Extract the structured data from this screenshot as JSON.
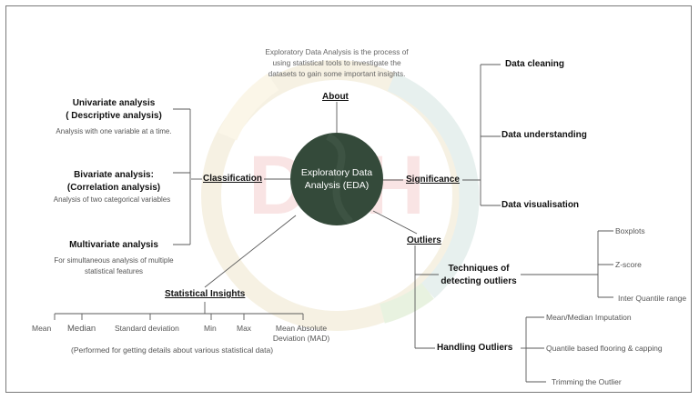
{
  "center": {
    "title_line1": "Exploratory Data",
    "title_line2": "Analysis (EDA)"
  },
  "about": {
    "heading": "About",
    "text_line1": "Exploratory Data Analysis is the process of",
    "text_line2": "using statistical tools to investigate the",
    "text_line3": "datasets to gain some important insights."
  },
  "classification": {
    "heading": "Classification",
    "items": [
      {
        "title_line1": "Univariate analysis",
        "title_line2": "( Descriptive analysis)",
        "desc_line1": "Analysis with one variable at a time.",
        "desc_line2": ""
      },
      {
        "title_line1": "Bivariate analysis:",
        "title_line2": "(Correlation analysis)",
        "desc_line1": "Analysis of two categorical variables",
        "desc_line2": ""
      },
      {
        "title_line1": "Multivariate analysis",
        "title_line2": "",
        "desc_line1": "For simultaneous analysis of multiple",
        "desc_line2": "statistical features"
      }
    ]
  },
  "significance": {
    "heading": "Significance",
    "items": [
      "Data cleaning",
      "Data understanding",
      "Data visualisation"
    ]
  },
  "outliers": {
    "heading": "Outliers",
    "techniques": {
      "title_line1": "Techniques of",
      "title_line2": "detecting outliers",
      "items": [
        "Boxplots",
        "Z-score",
        "Inter Quantile range"
      ]
    },
    "handling": {
      "title": "Handling Outliers",
      "items": [
        "Mean/Median Imputation",
        "Quantile based flooring & capping",
        "Trimming the Outlier"
      ]
    }
  },
  "statistical_insights": {
    "heading": "Statistical Insights",
    "items": [
      "Mean",
      "Median",
      "Standard deviation",
      "Min",
      "Max",
      "Mean Absolute",
      "Deviation (MAD)"
    ],
    "note": "(Performed for getting details about various statistical data)"
  },
  "watermark": {
    "text": "DSH"
  },
  "colors": {
    "center_fill": "#344a3a",
    "line": "#5a5a5a",
    "ring": "#e9f1ee"
  }
}
